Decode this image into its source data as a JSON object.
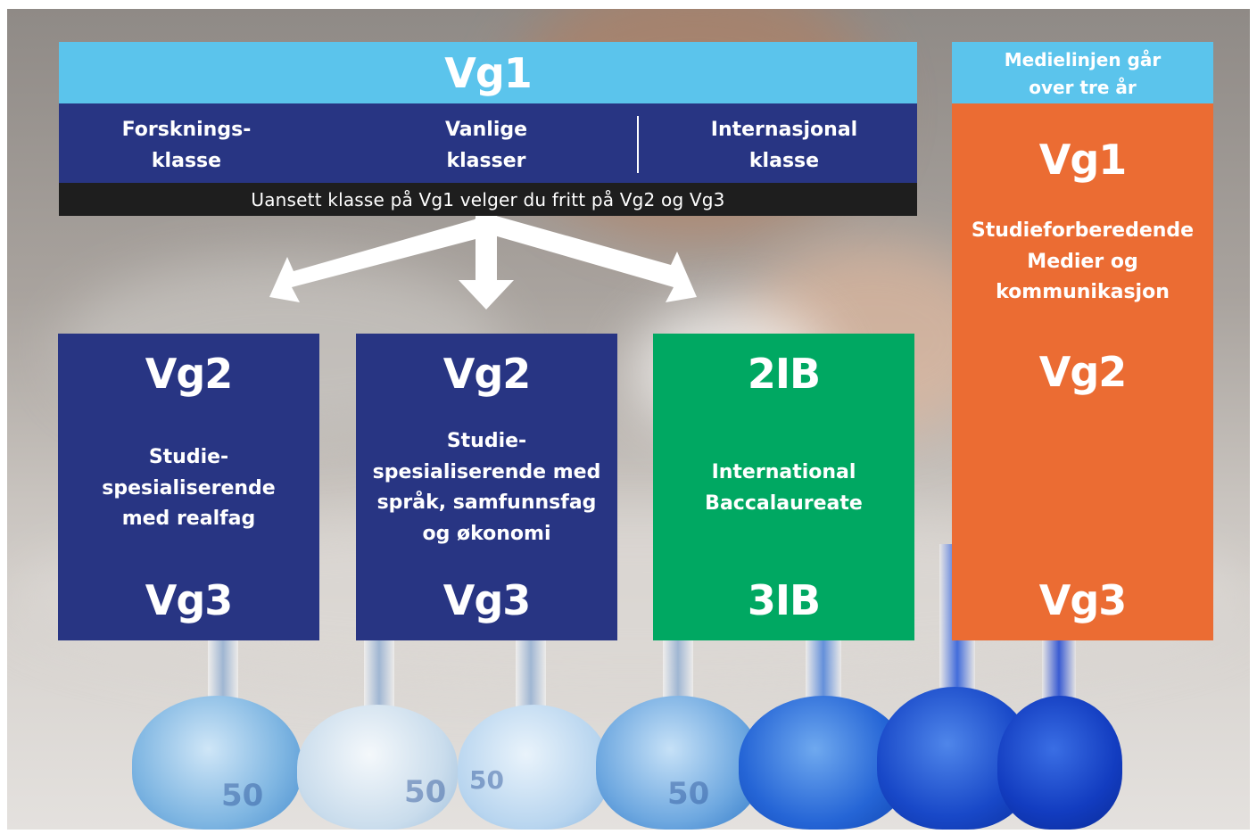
{
  "header": {
    "title": "Vg1"
  },
  "classes": {
    "items": [
      "Forsknings-\nklasse",
      "Vanlige\nklasser",
      "Internasjonal\nklasse"
    ],
    "note": "Uansett klasse på Vg1 velger du fritt på Vg2 og Vg3"
  },
  "programs": [
    {
      "top": "Vg2",
      "desc": "Studie-\nspesialiserende\nmed realfag",
      "bottom": "Vg3",
      "color": "#283583"
    },
    {
      "top": "Vg2",
      "desc": "Studie-\nspesialiserende med\nspråk, samfunnsfag\nog økonomi",
      "bottom": "Vg3",
      "color": "#283583"
    },
    {
      "top": "2IB",
      "desc": "International\nBaccalaureate",
      "bottom": "3IB",
      "color": "#00a862"
    }
  ],
  "media": {
    "header": "Medielinjen går\nover tre  år",
    "vg1": "Vg1",
    "desc": "Studieforberedende\nMedier og\nkommunikasjon",
    "vg2": "Vg2",
    "vg3": "Vg3",
    "color": "#eb6c33"
  },
  "flask_labels": [
    "50",
    "50",
    "50",
    "50"
  ],
  "colors": {
    "title_bar": "#5bc4ec",
    "class_row": "#283583",
    "note_bar": "#1e1e1e",
    "arrow": "#ffffff"
  }
}
